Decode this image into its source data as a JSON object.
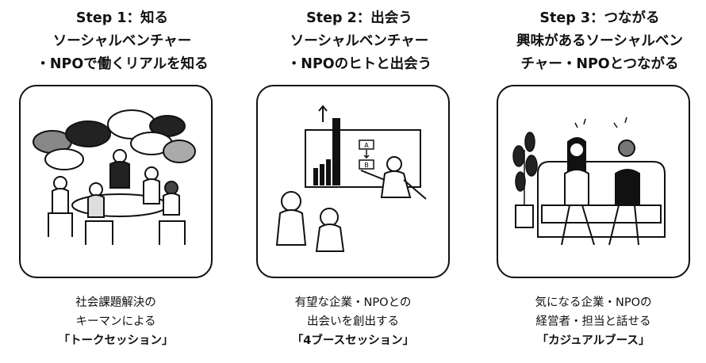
{
  "steps": [
    {
      "title_lines": [
        "Step 1：知る",
        "ソーシャルベンチャー",
        "・NPOで働くリアルを知る"
      ],
      "desc_lines": [
        "社会課題解決の",
        "キーマンによる"
      ],
      "emphasis": "「トークセッション」"
    },
    {
      "title_lines": [
        "Step 2：出会う",
        "ソーシャルベンチャー",
        "・NPOのヒトと出会う"
      ],
      "desc_lines": [
        "有望な企業・NPOとの",
        "出会いを創出する"
      ],
      "emphasis": "「4ブースセッション」"
    },
    {
      "title_lines": [
        "Step 3：つながる",
        "興味があるソーシャルベン",
        "チャー・NPOとつながる"
      ],
      "desc_lines": [
        "気になる企業・NPOの",
        "経営者・担当と話せる"
      ],
      "emphasis": "「カジュアルブース」"
    }
  ],
  "illustrations": {
    "step2_panel_labels": [
      "A",
      "B"
    ]
  },
  "colors": {
    "ink": "#111111",
    "paper": "#ffffff",
    "gray": "#cfcfcf"
  }
}
